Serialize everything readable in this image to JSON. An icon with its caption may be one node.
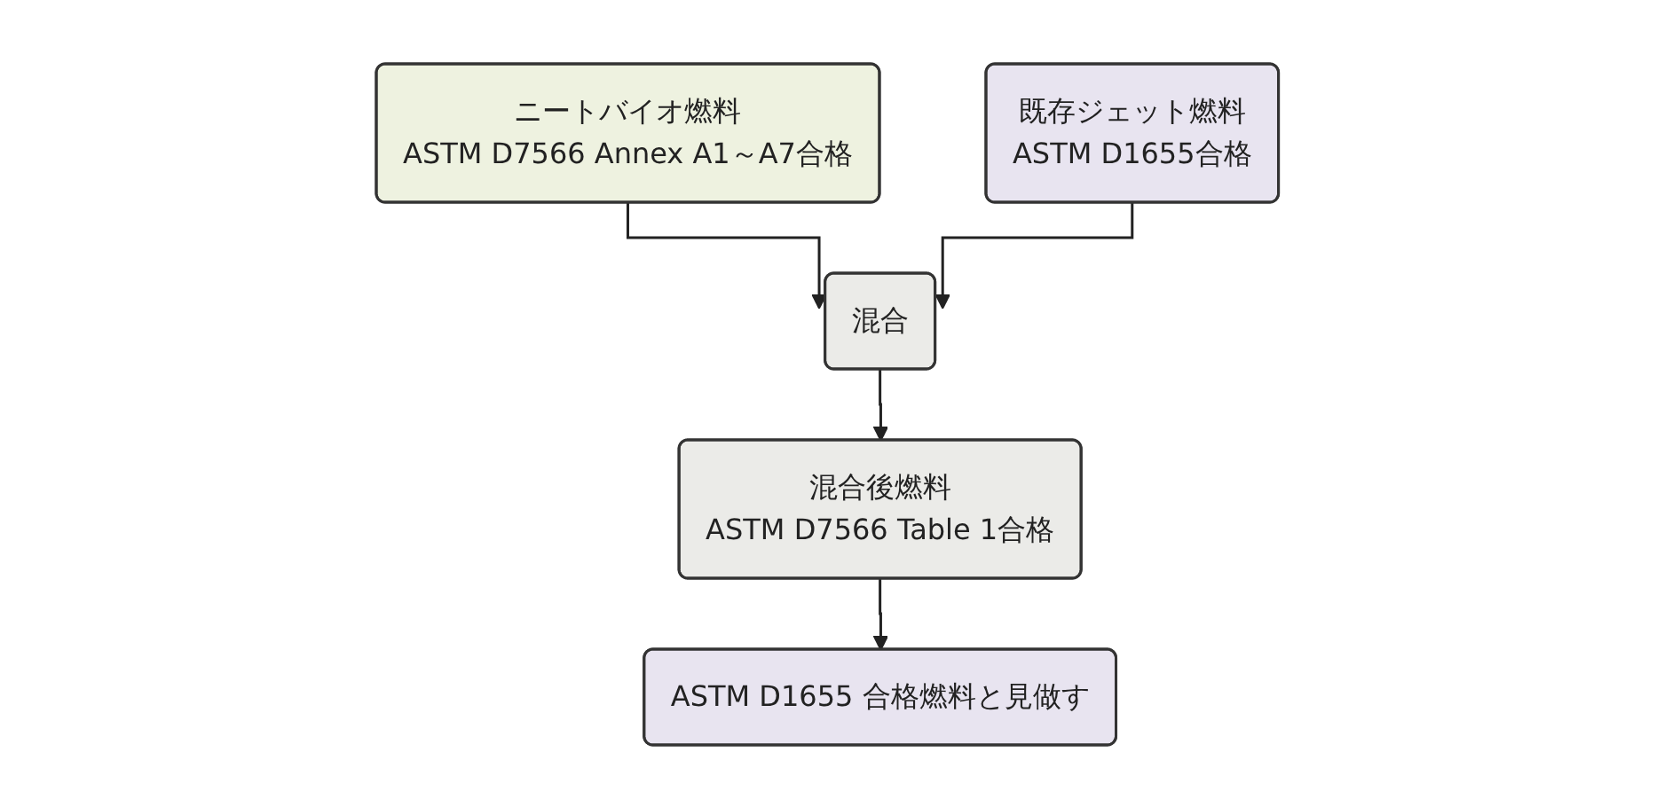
{
  "diagram": {
    "nodes": [
      {
        "text": [
          "ニートバイオ燃料",
          "ASTM D7566 Annex A1～A7合格"
        ]
      },
      {
        "text": [
          "既存ジェット燃料",
          "ASTM D1655合格"
        ]
      },
      {
        "text": [
          "混合"
        ]
      },
      {
        "text": [
          "混合後燃料",
          "ASTM D7566 Table 1合格"
        ]
      },
      {
        "text": [
          "ASTM D1655 合格燃料と見做す"
        ]
      }
    ],
    "edges": [
      {
        "from": 0,
        "to": 2,
        "arrow": "to"
      },
      {
        "from": 1,
        "to": 2,
        "arrow": "to"
      },
      {
        "from": 2,
        "to": 3,
        "arrow": "to"
      },
      {
        "from": 3,
        "to": 4,
        "arrow": "to"
      }
    ]
  }
}
